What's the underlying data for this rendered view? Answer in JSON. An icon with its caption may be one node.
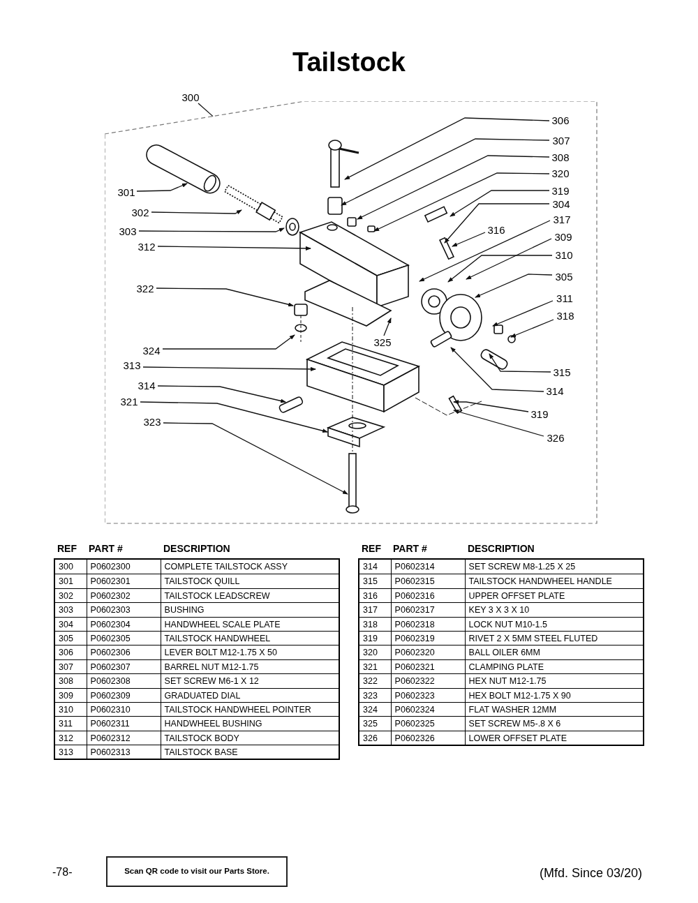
{
  "diagram": {
    "title": "Tailstock",
    "nodes": [
      {
        "text": [
          "300"
        ]
      },
      {
        "text": [],
        "shape": "box"
      },
      {
        "text": [
          "306"
        ],
        "in": 1
      },
      {
        "text": [
          "307"
        ],
        "in": 1
      },
      {
        "text": [
          "308"
        ],
        "in": 1
      },
      {
        "text": [
          "320"
        ],
        "in": 1
      },
      {
        "text": [
          "301"
        ],
        "in": 1
      },
      {
        "text": [
          "319"
        ],
        "in": 1
      },
      {
        "text": [
          "304"
        ],
        "in": 1
      },
      {
        "text": [
          "302"
        ],
        "in": 1
      },
      {
        "text": [
          "317"
        ],
        "in": 1
      },
      {
        "text": [
          "316"
        ],
        "in": 1
      },
      {
        "text": [
          "303"
        ],
        "in": 1
      },
      {
        "text": [
          "309"
        ],
        "in": 1
      },
      {
        "text": [
          "312"
        ],
        "in": 1
      },
      {
        "text": [
          "310"
        ],
        "in": 1
      },
      {
        "text": [
          "305"
        ],
        "in": 1
      },
      {
        "text": [
          "322"
        ],
        "in": 1
      },
      {
        "text": [
          "311"
        ],
        "in": 1
      },
      {
        "text": [
          "318"
        ],
        "in": 1
      },
      {
        "text": [
          "325"
        ],
        "in": 1
      },
      {
        "text": [
          "324"
        ],
        "in": 1
      },
      {
        "text": [
          "313"
        ],
        "in": 1
      },
      {
        "text": [
          "315"
        ],
        "in": 1
      },
      {
        "text": [
          "314"
        ],
        "in": 1
      },
      {
        "text": [
          "314"
        ],
        "in": 1
      },
      {
        "text": [
          "321"
        ],
        "in": 1
      },
      {
        "text": [
          "319"
        ],
        "in": 1
      },
      {
        "text": [
          "323"
        ],
        "in": 1
      },
      {
        "text": [
          "326"
        ],
        "in": 1
      }
    ],
    "edges": [
      {
        "from": 0,
        "to": 1,
        "arrow": "none"
      },
      {
        "from": 2,
        "to": null,
        "arrow": "to"
      },
      {
        "from": 3,
        "to": null,
        "arrow": "to"
      },
      {
        "from": 4,
        "to": null,
        "arrow": "to"
      },
      {
        "from": 5,
        "to": null,
        "arrow": "to"
      },
      {
        "from": 6,
        "to": null,
        "arrow": "to"
      },
      {
        "from": 7,
        "to": null,
        "arrow": "to"
      },
      {
        "from": 8,
        "to": null,
        "arrow": "to"
      },
      {
        "from": 9,
        "to": null,
        "arrow": "to"
      },
      {
        "from": 10,
        "to": null,
        "arrow": "to"
      },
      {
        "from": 11,
        "to": null,
        "arrow": "to"
      },
      {
        "from": 12,
        "to": null,
        "arrow": "to"
      },
      {
        "from": 13,
        "to": null,
        "arrow": "to"
      },
      {
        "from": 14,
        "to": null,
        "arrow": "to"
      },
      {
        "from": 15,
        "to": null,
        "arrow": "to"
      },
      {
        "from": 16,
        "to": null,
        "arrow": "to"
      },
      {
        "from": 17,
        "to": null,
        "arrow": "to"
      },
      {
        "from": 18,
        "to": null,
        "arrow": "to"
      },
      {
        "from": 19,
        "to": null,
        "arrow": "to"
      },
      {
        "from": 20,
        "to": null,
        "arrow": "to"
      },
      {
        "from": 21,
        "to": null,
        "arrow": "to"
      },
      {
        "from": 22,
        "to": null,
        "arrow": "to"
      },
      {
        "from": 23,
        "to": null,
        "arrow": "to"
      },
      {
        "from": 24,
        "to": null,
        "arrow": "to"
      },
      {
        "from": 25,
        "to": null,
        "arrow": "to"
      },
      {
        "from": 26,
        "to": null,
        "arrow": "to"
      },
      {
        "from": 27,
        "to": null,
        "arrow": "to"
      },
      {
        "from": 28,
        "to": null,
        "arrow": "to"
      },
      {
        "from": 29,
        "to": null,
        "arrow": "to"
      }
    ],
    "labels": [
      "REF",
      "PART #",
      "DESCRIPTION",
      "300",
      "P0602300",
      "COMPLETE TAILSTOCK ASSY",
      "301",
      "P0602301",
      "TAILSTOCK QUILL",
      "302",
      "P0602302",
      "TAILSTOCK LEADSCREW",
      "303",
      "P0602303",
      "BUSHING",
      "304",
      "P0602304",
      "HANDWHEEL SCALE PLATE",
      "305",
      "P0602305",
      "TAILSTOCK HANDWHEEL",
      "306",
      "P0602306",
      "LEVER BOLT M12-1.75 X 50",
      "307",
      "P0602307",
      "BARREL NUT M12-1.75",
      "308",
      "P0602308",
      "SET SCREW M6-1 X 12",
      "309",
      "P0602309",
      "GRADUATED DIAL",
      "310",
      "P0602310",
      "TAILSTOCK HANDWHEEL POINTER",
      "311",
      "P0602311",
      "HANDWHEEL BUSHING",
      "312",
      "P0602312",
      "TAILSTOCK BODY",
      "313",
      "P0602313",
      "TAILSTOCK BASE",
      "REF",
      "PART #",
      "DESCRIPTION",
      "314",
      "P0602314",
      "SET SCREW M8-1.25 X 25",
      "315",
      "P0602315",
      "TAILSTOCK HANDWHEEL HANDLE",
      "316",
      "P0602316",
      "UPPER OFFSET PLATE",
      "317",
      "P0602317",
      "KEY 3 X 3 X 10",
      "318",
      "P0602318",
      "LOCK NUT M10-1.5",
      "319",
      "P0602319",
      "RIVET 2 X 5MM STEEL FLUTED",
      "320",
      "P0602320",
      "BALL OILER 6MM",
      "321",
      "P0602321",
      "CLAMPING PLATE",
      "322",
      "P0602322",
      "HEX NUT M12-1.75",
      "323",
      "P0602323",
      "HEX BOLT M12-1.75 X 90",
      "324",
      "P0602324",
      "FLAT WASHER 12MM",
      "325",
      "P0602325",
      "SET SCREW M5-.8 X 6",
      "326",
      "P0602326",
      "LOWER OFFSET PLATE",
      "-78-",
      "Scan QR code to visit our Parts Store.",
      "(Mfd. Since 03/20)"
    ]
  }
}
